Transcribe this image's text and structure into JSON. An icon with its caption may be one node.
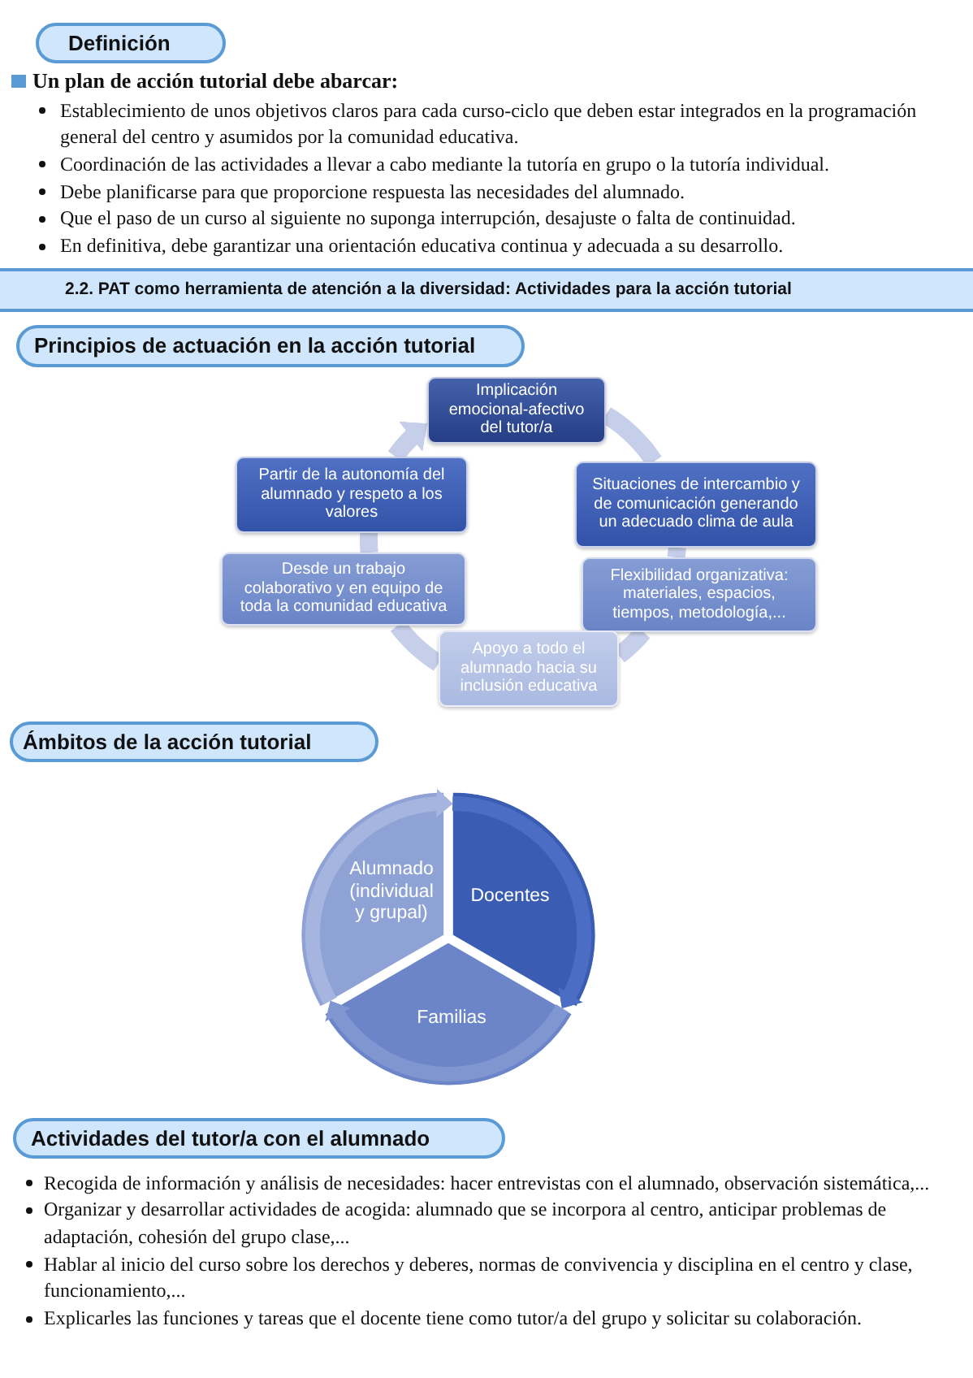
{
  "diagram": {
    "nodes": [
      {
        "text": [
          "Definición"
        ]
      },
      {
        "text": [
          "2.2. PAT como herramienta de atención a la diversidad: Actividades para la acción tutorial"
        ]
      },
      {
        "text": [
          "Principios de actuación en la acción tutorial"
        ]
      },
      {
        "text": [
          "Implicación emocional-afectivo del tutor/a"
        ]
      },
      {
        "text": [
          "Situaciones de intercambio y de comunicación generando un adecuado clima de aula"
        ]
      },
      {
        "text": [
          "Flexibilidad organizativa: materiales, espacios, tiempos, metodología,..."
        ]
      },
      {
        "text": [
          "Apoyo a todo el alumnado hacia su inclusión educativa"
        ]
      },
      {
        "text": [
          "Desde un trabajo colaborativo y en equipo de toda la comunidad educativa"
        ]
      },
      {
        "text": [
          "Partir de la autonomía del alumnado y respeto a los valores"
        ]
      },
      {
        "text": [
          "Ámbitos de la acción tutorial"
        ]
      },
      {
        "text": [
          "Alumnado (individual y grupal)"
        ]
      },
      {
        "text": [
          "Docentes"
        ]
      },
      {
        "text": [
          "Familias"
        ]
      },
      {
        "text": [
          "Actividades del tutor/a con el alumnado"
        ]
      }
    ],
    "edges": [
      {
        "from": 3,
        "to": 4,
        "arrow": "none"
      },
      {
        "from": 4,
        "to": 5,
        "arrow": "none"
      },
      {
        "from": 5,
        "to": 6,
        "arrow": "none"
      },
      {
        "from": 6,
        "to": 7,
        "arrow": "none"
      },
      {
        "from": 7,
        "to": 8,
        "arrow": "none"
      },
      {
        "from": 8,
        "to": 3,
        "arrow": "to"
      },
      {
        "from": 10,
        "to": 11,
        "arrow": "to",
        "color": "#a5b5df"
      },
      {
        "from": 11,
        "to": 12,
        "arrow": "to",
        "color": "#4b6dc3"
      },
      {
        "from": 12,
        "to": 10,
        "arrow": "to",
        "color": "#7f96d1"
      }
    ],
    "labels": [
      "Un plan de acción tutorial debe abarcar:",
      "Establecimiento de unos objetivos claros para cada curso-ciclo que deben estar integrados en la programación general del centro y asumidos por la comunidad educativa.",
      "Coordinación de las actividades a llevar a cabo mediante la tutoría en grupo o la tutoría individual.",
      "Debe planificarse para que proporcione respuesta las necesidades del alumnado.",
      "Que el paso de un curso al siguiente no suponga interrupción, desajuste o falta de continuidad.",
      "En definitiva, debe garantizar una orientación educativa continua y adecuada a su desarrollo.",
      "Recogida de información y análisis de necesidades: hacer entrevistas con el alumnado, observación sistemática,...",
      "Organizar y desarrollar actividades de acogida: alumnado que se incorpora al centro, anticipar problemas de adaptación, cohesión del grupo clase,...",
      "Hablar al inicio del curso sobre los derechos y deberes, normas de convivencia y disciplina en el centro y clase, funcionamiento,...",
      "Explicarles las funciones y tareas que el docente tiene como tutor/a del grupo y solicitar su colaboración."
    ]
  }
}
